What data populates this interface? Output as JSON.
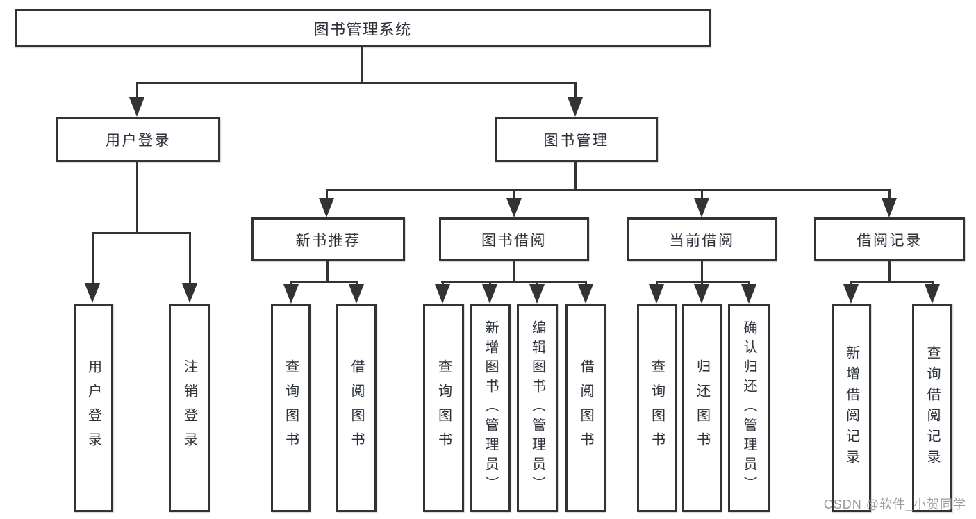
{
  "tree": {
    "label": "图书管理系统",
    "children": [
      {
        "label": "用户登录",
        "children": [
          {
            "label": "用户登录"
          },
          {
            "label": "注销登录"
          }
        ]
      },
      {
        "label": "图书管理",
        "children": [
          {
            "label": "新书推荐",
            "children": [
              {
                "label": "查询图书"
              },
              {
                "label": "借阅图书"
              }
            ]
          },
          {
            "label": "图书借阅",
            "children": [
              {
                "label": "查询图书"
              },
              {
                "label": "新增图书（管理员）"
              },
              {
                "label": "编辑图书（管理员）"
              },
              {
                "label": "借阅图书"
              }
            ]
          },
          {
            "label": "当前借阅",
            "children": [
              {
                "label": "查询图书"
              },
              {
                "label": "归还图书"
              },
              {
                "label": "确认归还（管理员）"
              }
            ]
          },
          {
            "label": "借阅记录",
            "children": [
              {
                "label": "新增借阅记录"
              },
              {
                "label": "查询借阅记录"
              }
            ]
          }
        ]
      }
    ]
  },
  "watermark": "CSDN @软件_小贺同学",
  "colors": {
    "line": "#333333",
    "text": "#2e3236",
    "watermark": "#9b9b9b",
    "background": "#ffffff"
  }
}
